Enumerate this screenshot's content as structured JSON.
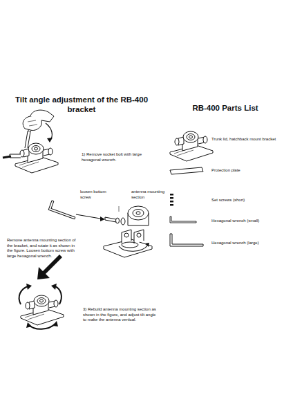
{
  "diagram": {
    "title": "Tilt angle adjustment of the RB-400 bracket",
    "labels": [
      "RB-400 Parts List",
      "1) Remove socket bolt with large hexagonal wrench.",
      "loosen bottom screw",
      "antenna mounting section",
      "Remove antenna mounting section of the bracket, and rotate it as shown in the figure. Loosen bottom screw with large hexagonal wrench.",
      "3) Rebuild antenna mounting section as shown in the figure, and adjust tilt angle to make the antenna vertical.",
      "Trunk lid, hatchback mount bracket",
      "Protection plate",
      "Set screws (short)",
      "Hexagonal wrench (small)",
      "Hexagonal wrench (large)"
    ]
  }
}
